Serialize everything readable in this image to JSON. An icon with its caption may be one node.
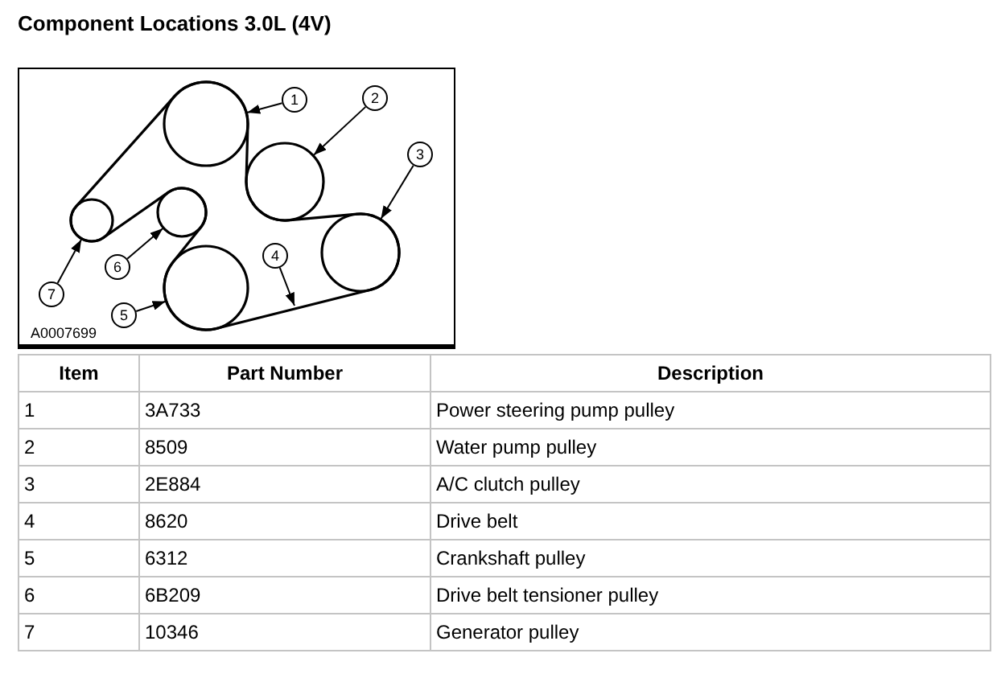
{
  "diagram": {
    "title": "Component Locations 3.0L (4V)",
    "nodes": [
      {
        "text": [
          "1"
        ]
      },
      {
        "text": [
          "2"
        ]
      },
      {
        "text": [
          "3"
        ]
      },
      {
        "text": [
          "4"
        ]
      },
      {
        "text": [
          "5"
        ]
      },
      {
        "text": [
          "6"
        ]
      },
      {
        "text": [
          "7"
        ]
      },
      {
        "text": [],
        "shape": "circle"
      },
      {
        "text": [],
        "shape": "circle"
      },
      {
        "text": [],
        "shape": "circle"
      },
      {
        "text": [],
        "shape": "circle"
      },
      {
        "text": [],
        "shape": "circle"
      },
      {
        "text": [],
        "shape": "circle"
      }
    ],
    "edges": [
      {
        "from": 0,
        "to": 7,
        "arrow": "to"
      },
      {
        "from": 1,
        "to": 8,
        "arrow": "to"
      },
      {
        "from": 2,
        "to": 9,
        "arrow": "to"
      },
      {
        "from": 3,
        "to": null,
        "arrow": "to"
      },
      {
        "from": 4,
        "to": 10,
        "arrow": "to"
      },
      {
        "from": 5,
        "to": 11,
        "arrow": "to"
      },
      {
        "from": 6,
        "to": 12,
        "arrow": "to"
      }
    ],
    "labels": [
      "A0007699",
      "Item",
      "Part Number",
      "Description",
      "1",
      "3A733",
      "Power steering pump pulley",
      "2",
      "8509",
      "Water pump pulley",
      "3",
      "2E884",
      "A/C clutch pulley",
      "4",
      "8620",
      "Drive belt",
      "5",
      "6312",
      "Crankshaft pulley",
      "6",
      "6B209",
      "Drive belt tensioner pulley",
      "7",
      "10346",
      "Generator pulley"
    ]
  }
}
